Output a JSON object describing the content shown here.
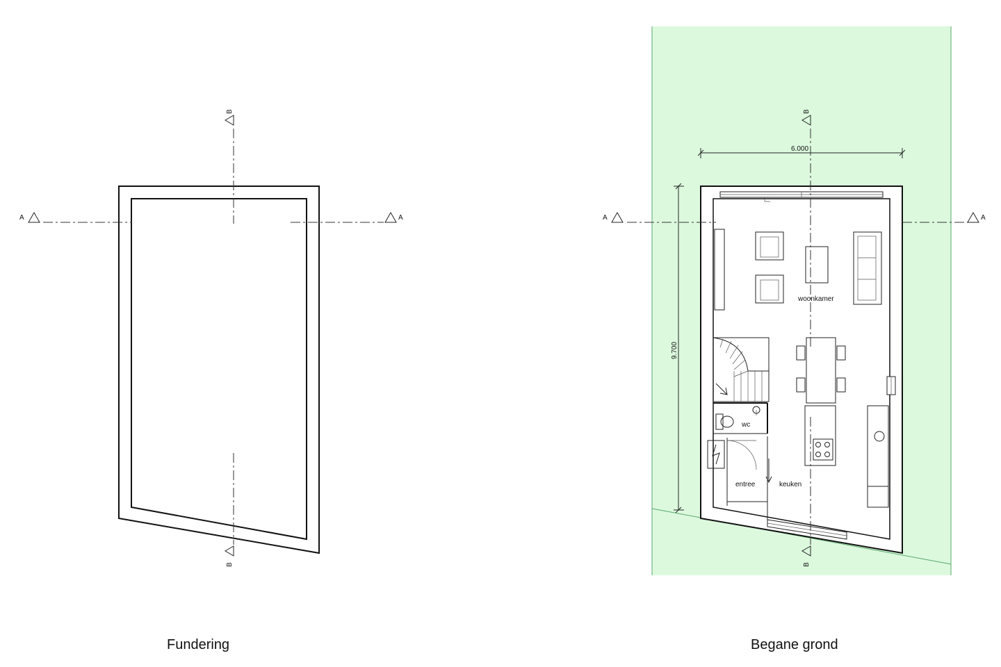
{
  "plans": [
    {
      "title": "Fundering",
      "section_labels": {
        "a_left": "A",
        "a_right": "A",
        "b_top": "B",
        "b_bottom": "B"
      }
    },
    {
      "title": "Begane grond",
      "section_labels": {
        "a_left": "A",
        "a_right": "A",
        "b_top": "B",
        "b_bottom": "B"
      },
      "dimensions": {
        "width": "6.000",
        "depth": "9.700"
      },
      "rooms": {
        "living": "woonkamer",
        "toilet": "wc",
        "hall": "entree",
        "kitchen": "keuken"
      }
    }
  ],
  "colors": {
    "garden": "#dcf9de",
    "garden_stroke": "#5aa86a",
    "line": "#111111"
  }
}
